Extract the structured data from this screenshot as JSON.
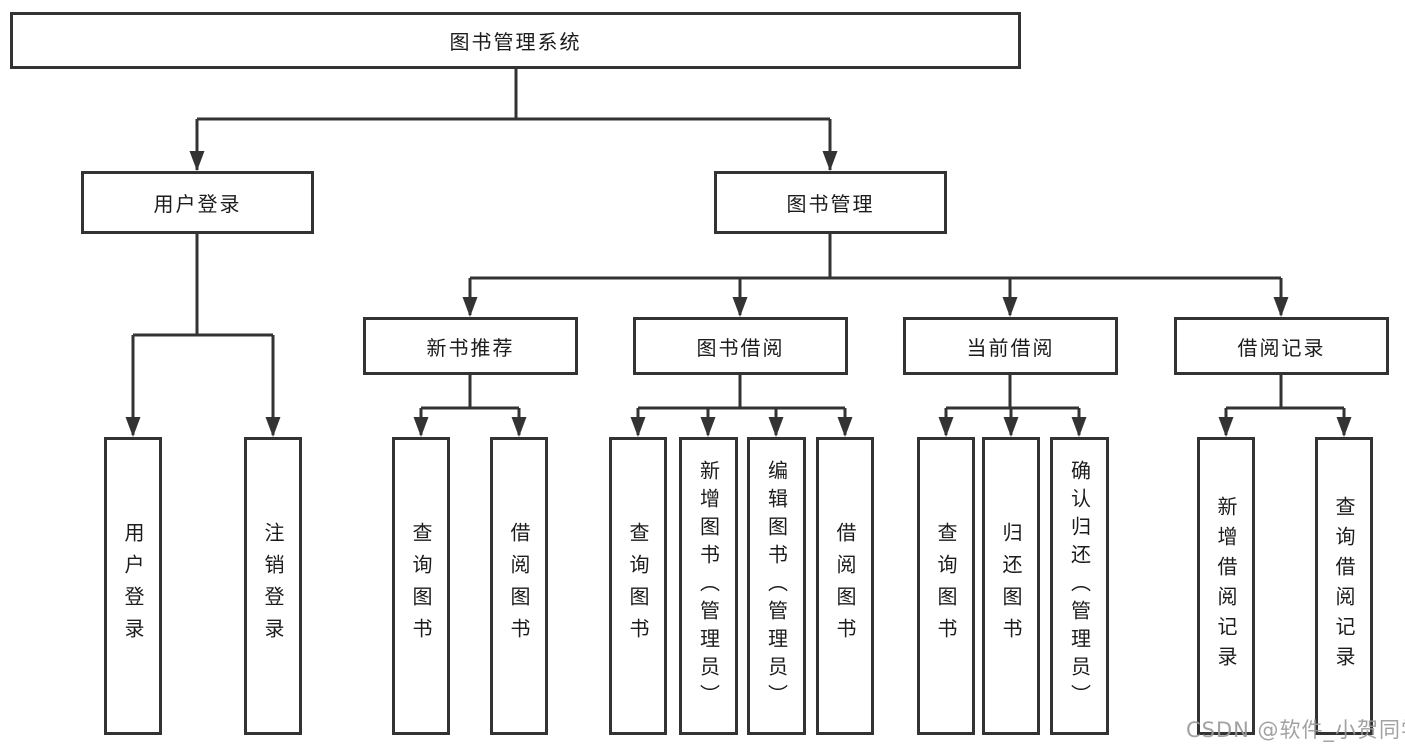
{
  "diagram": {
    "type": "tree",
    "watermark": {
      "text": "CSDN @软件_小贺同学"
    },
    "colors": {
      "background": "#ffffff",
      "box_border": "#333333",
      "box_fill": "#ffffff",
      "connector": "#333333",
      "text": "#1c1c1c",
      "watermark": "#9a9a9a"
    },
    "tree": {
      "label": "图书管理系统",
      "children": [
        {
          "label": "用户登录",
          "children": [
            {
              "label": "用户登录"
            },
            {
              "label": "注销登录"
            }
          ]
        },
        {
          "label": "图书管理",
          "children": [
            {
              "label": "新书推荐",
              "children": [
                {
                  "label": "查询图书"
                },
                {
                  "label": "借阅图书"
                }
              ]
            },
            {
              "label": "图书借阅",
              "children": [
                {
                  "label": "查询图书"
                },
                {
                  "label": "新增图书（管理员）"
                },
                {
                  "label": "编辑图书（管理员）"
                },
                {
                  "label": "借阅图书"
                }
              ]
            },
            {
              "label": "当前借阅",
              "children": [
                {
                  "label": "查询图书"
                },
                {
                  "label": "归还图书"
                },
                {
                  "label": "确认归还（管理员）"
                }
              ]
            },
            {
              "label": "借阅记录",
              "children": [
                {
                  "label": "新增借阅记录"
                },
                {
                  "label": "查询借阅记录"
                }
              ]
            }
          ]
        }
      ]
    }
  }
}
